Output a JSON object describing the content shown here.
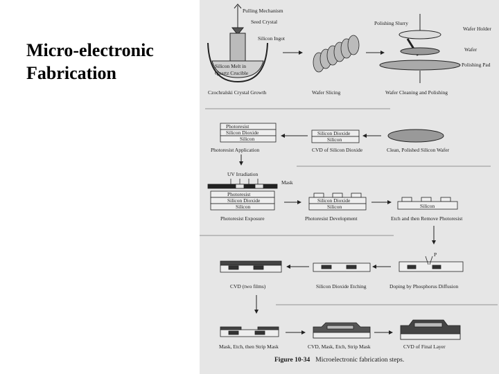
{
  "slide": {
    "title_line1": "Micro-electronic",
    "title_line2": "Fabrication"
  },
  "figure": {
    "labels": {
      "pulling_mechanism": "Pulling Mechanism",
      "seed_crystal": "Seed Crystal",
      "silicon_ingot": "Silicon Ingot",
      "silicon_melt": "Silicon Melt in",
      "quartz_crucible": "Quartz Crucible",
      "polishing_slurry": "Polishing Slurry",
      "wafer_holder": "Wafer Holder",
      "wafer": "Wafer",
      "polishing_pad": "Polishing Pad",
      "photoresist": "Photoresist",
      "silicon_dioxide": "Silicon Dioxide",
      "silicon": "Silicon",
      "uv_irradiation": "UV Irradiation",
      "mask": "Mask",
      "p": "P"
    },
    "steps": [
      "Czochralski Crystal Growth",
      "Wafer Slicing",
      "Wafer Cleaning and Polishing",
      "Clean, Polished Silicon Wafer",
      "CVD of Silicon Dioxide",
      "Photoresist Application",
      "Photoresist Exposure",
      "Photoresist Development",
      "Etch and then Remove Photoresist",
      "Doping by Phosphorus Diffusion",
      "Silicon Dioxide Etching",
      "CVD (two films)",
      "Mask, Etch, then Strip Mask",
      "CVD, Mask, Etch, Strip Mask",
      "CVD of Final Layer"
    ],
    "caption_number": "Figure 10-34",
    "caption_text": "Microelectronic fabrication steps."
  }
}
